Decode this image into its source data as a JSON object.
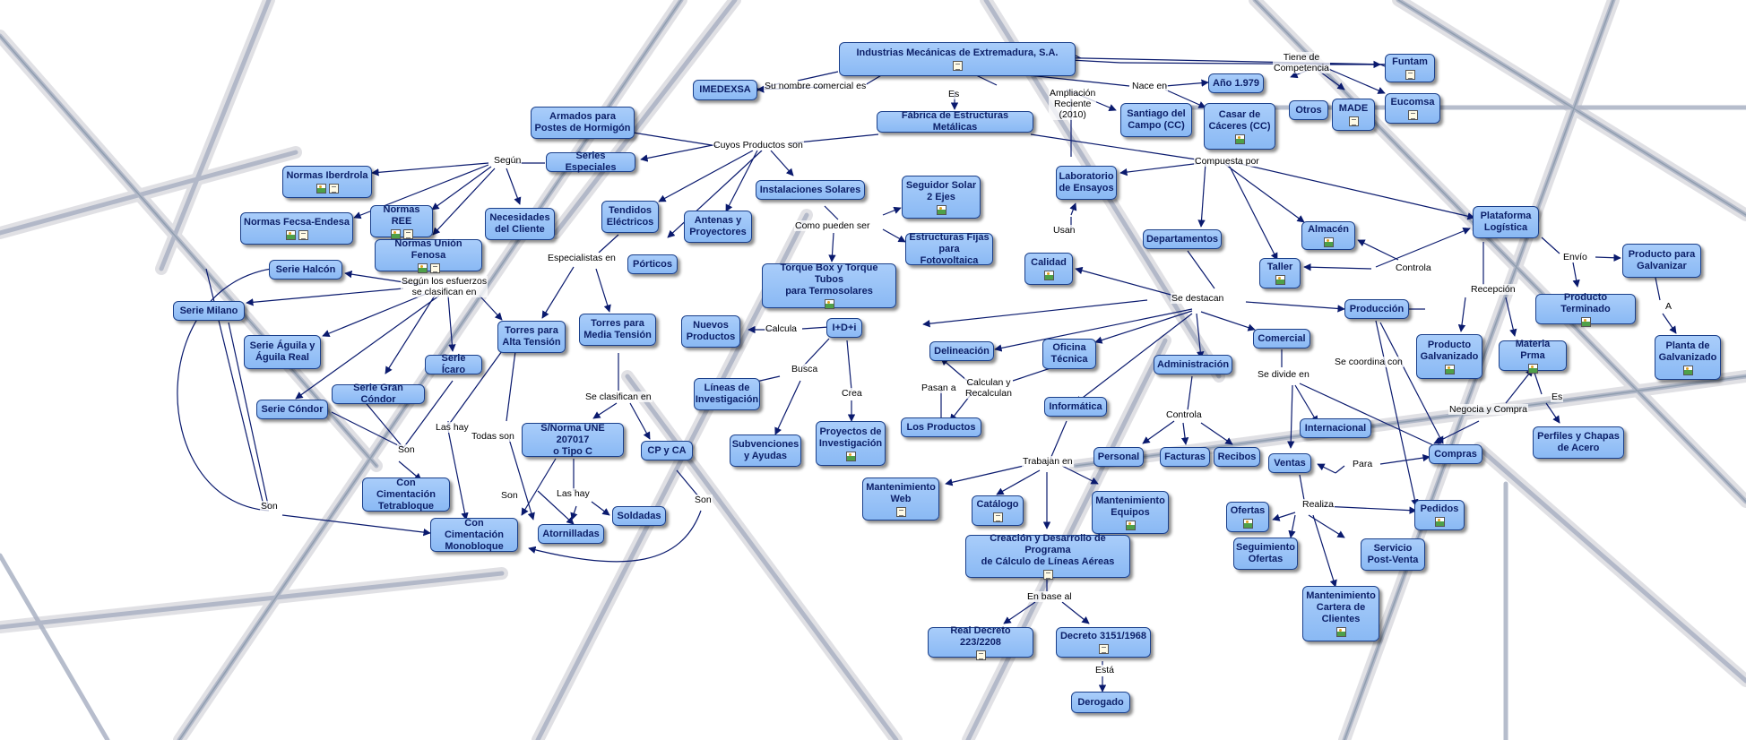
{
  "nodes": {
    "root": {
      "text": "Industrias Mecánicas de Extremadura, S.A.",
      "icons": [
        "doc"
      ]
    },
    "imedexsa": {
      "text": "IMEDEXSA",
      "icons": []
    },
    "fabrica": {
      "text": "Fábrica de Estructuras Metálicas",
      "icons": []
    },
    "ano": {
      "text": "Año 1.979",
      "icons": []
    },
    "santiago": {
      "text": "Santiago del\nCampo (CC)",
      "icons": []
    },
    "casar": {
      "text": "Casar de\nCáceres (CC)",
      "icons": [
        "img"
      ]
    },
    "funtam": {
      "text": "Funtam",
      "icons": [
        "doc"
      ]
    },
    "otros": {
      "text": "Otros",
      "icons": []
    },
    "made": {
      "text": "MADE",
      "icons": [
        "doc"
      ]
    },
    "eucomsa": {
      "text": "Eucomsa",
      "icons": [
        "doc"
      ]
    },
    "armados": {
      "text": "Armados para\nPostes de Hormigón",
      "icons": []
    },
    "series_esp": {
      "text": "Series Especiales",
      "icons": []
    },
    "normas_iber": {
      "text": "Normas Iberdrola",
      "icons": [
        "img",
        "doc"
      ]
    },
    "normas_fecsa": {
      "text": "Normas Fecsa-Endesa",
      "icons": [
        "img",
        "doc"
      ]
    },
    "normas_ree": {
      "text": "Normas REE",
      "icons": [
        "img",
        "doc"
      ]
    },
    "normas_uf": {
      "text": "Normas Unión Fenosa",
      "icons": [
        "img",
        "doc"
      ]
    },
    "necesidades": {
      "text": "Necesidades\ndel Cliente",
      "icons": []
    },
    "tendidos": {
      "text": "Tendidos\nEléctricos",
      "icons": []
    },
    "antenas": {
      "text": "Antenas y\nProyectores",
      "icons": []
    },
    "porticos": {
      "text": "Pórticos",
      "icons": []
    },
    "inst_solares": {
      "text": "Instalaciones Solares",
      "icons": []
    },
    "seguidor": {
      "text": "Seguidor Solar\n2 Ejes",
      "icons": [
        "img"
      ]
    },
    "estr_fijas": {
      "text": "Estructuras Fijas\npara Fotovoltaica",
      "icons": []
    },
    "torque": {
      "text": "Torque Box y Torque Tubos\npara Termosolares",
      "icons": [
        "img"
      ]
    },
    "serie_halcon": {
      "text": "Serie Halcón",
      "icons": []
    },
    "serie_milano": {
      "text": "Serie Milano",
      "icons": []
    },
    "serie_aguila": {
      "text": "Serie Águila y\nÁguila Real",
      "icons": []
    },
    "serie_icaro": {
      "text": "Serie Ícaro",
      "icons": []
    },
    "serie_gran_condor": {
      "text": "Serie Gran Cóndor",
      "icons": []
    },
    "serie_condor": {
      "text": "Serie Cóndor",
      "icons": []
    },
    "torres_alta": {
      "text": "Torres para\nAlta Tensión",
      "icons": []
    },
    "torres_media": {
      "text": "Torres para\nMedia Tensión",
      "icons": []
    },
    "snorma": {
      "text": "S/Norma UNE 207017\no Tipo C",
      "icons": []
    },
    "cp_ca": {
      "text": "CP y CA",
      "icons": []
    },
    "con_tetra": {
      "text": "Con Cimentación\nTetrabloque",
      "icons": []
    },
    "con_mono": {
      "text": "Con Cimentación\nMonobloque",
      "icons": []
    },
    "atornilladas": {
      "text": "Atornilladas",
      "icons": []
    },
    "soldadas": {
      "text": "Soldadas",
      "icons": []
    },
    "nuevos_prod": {
      "text": "Nuevos\nProductos",
      "icons": []
    },
    "imasd": {
      "text": "I+D+i",
      "icons": []
    },
    "lineas_inv": {
      "text": "Líneas de\nInvestigación",
      "icons": []
    },
    "subvenciones": {
      "text": "Subvenciones\ny Ayudas",
      "icons": []
    },
    "proyectos_inv": {
      "text": "Proyectos de\nInvestigación",
      "icons": [
        "img"
      ]
    },
    "laboratorio": {
      "text": "Laboratorio\nde Ensayos",
      "icons": []
    },
    "calidad": {
      "text": "Calidad",
      "icons": [
        "img"
      ]
    },
    "departamentos": {
      "text": "Departamentos",
      "icons": []
    },
    "almacen": {
      "text": "Almacén",
      "icons": [
        "img"
      ]
    },
    "taller": {
      "text": "Taller",
      "icons": [
        "img"
      ]
    },
    "plataforma": {
      "text": "Plataforma\nLogística",
      "icons": []
    },
    "produccion": {
      "text": "Producción",
      "icons": []
    },
    "comercial": {
      "text": "Comercial",
      "icons": []
    },
    "delineacion": {
      "text": "Delineación",
      "icons": []
    },
    "oficina_tec": {
      "text": "Oficina\nTécnica",
      "icons": []
    },
    "los_productos": {
      "text": "Los Productos",
      "icons": []
    },
    "administracion": {
      "text": "Administración",
      "icons": []
    },
    "informatica": {
      "text": "Informática",
      "icons": []
    },
    "personal": {
      "text": "Personal",
      "icons": []
    },
    "facturas": {
      "text": "Facturas",
      "icons": []
    },
    "recibos": {
      "text": "Recibos",
      "icons": []
    },
    "mant_web": {
      "text": "Mantenimiento\nWeb",
      "icons": [
        "doc"
      ]
    },
    "catalogo": {
      "text": "Catálogo",
      "icons": [
        "doc"
      ]
    },
    "mant_equipos": {
      "text": "Mantenimiento\nEquipos",
      "icons": [
        "img"
      ]
    },
    "creacion": {
      "text": "Creación y Desarrollo de Programa\nde Cálculo de Líneas Aéreas",
      "icons": [
        "doc"
      ]
    },
    "real_decreto": {
      "text": "Real Decreto 223/2208",
      "icons": [
        "doc"
      ]
    },
    "decreto": {
      "text": "Decreto 3151/1968",
      "icons": [
        "doc"
      ]
    },
    "derogado": {
      "text": "Derogado",
      "icons": []
    },
    "internacional": {
      "text": "Internacional",
      "icons": []
    },
    "ventas": {
      "text": "Ventas",
      "icons": []
    },
    "compras": {
      "text": "Compras",
      "icons": []
    },
    "ofertas": {
      "text": "Ofertas",
      "icons": [
        "img"
      ]
    },
    "seguimiento": {
      "text": "Seguimiento\nOfertas",
      "icons": []
    },
    "servicio": {
      "text": "Servicio\nPost-Venta",
      "icons": []
    },
    "pedidos": {
      "text": "Pedidos",
      "icons": [
        "img"
      ]
    },
    "mant_cartera": {
      "text": "Mantenimiento\nCartera de\nClientes",
      "icons": [
        "img"
      ]
    },
    "producto_galv": {
      "text": "Producto\nGalvanizado",
      "icons": [
        "img"
      ]
    },
    "materia_prima": {
      "text": "Materia Prma",
      "icons": [
        "img"
      ]
    },
    "producto_term": {
      "text": "Producto Terminado",
      "icons": [
        "img"
      ]
    },
    "producto_para_galv": {
      "text": "Producto para\nGalvanizar",
      "icons": []
    },
    "planta_galv": {
      "text": "Planta de\nGalvanizado",
      "icons": [
        "img"
      ]
    },
    "perfiles": {
      "text": "Perfiles y Chapas\nde Acero",
      "icons": []
    }
  },
  "links": {
    "su_nombre": "Su nombre comercial es",
    "es": "Es",
    "ampliacion": "Ampliación\nReciente\n(2010)",
    "nace_en": "Nace en",
    "tiene_comp": "Tiene de\nCompetencia",
    "cuyos_productos": "Cuyos Productos son",
    "segun": "Según",
    "como_pueden": "Como pueden ser",
    "compuesta_por": "Compuesta por",
    "usan": "Usan",
    "especialistas": "Especialistas en",
    "segun_esfuerzos": "Según los esfuerzos\nse clasifican en",
    "se_destacan": "Se destacan",
    "controla_1": "Controla",
    "envio": "Envío",
    "recepcion": "Recepción",
    "a": "A",
    "calcula": "Calcula",
    "se_clasifican": "Se clasifican en",
    "busca": "Busca",
    "crea": "Crea",
    "pasan_a": "Pasan a",
    "calculan": "Calculan y\nRecalculan",
    "se_divide": "Se divide en",
    "se_coordina": "Se coordina con",
    "negocia": "Negocia y Compra",
    "es_2": "Es",
    "las_hay_1": "Las hay",
    "todas_son": "Todas son",
    "son_1": "Son",
    "son_2": "Son",
    "son_3": "Son",
    "son_4": "Son",
    "las_hay_2": "Las hay",
    "controla_2": "Controla",
    "trabajan_en": "Trabajan en",
    "para": "Para",
    "realiza": "Realiza",
    "en_base": "En base al",
    "esta": "Está"
  }
}
